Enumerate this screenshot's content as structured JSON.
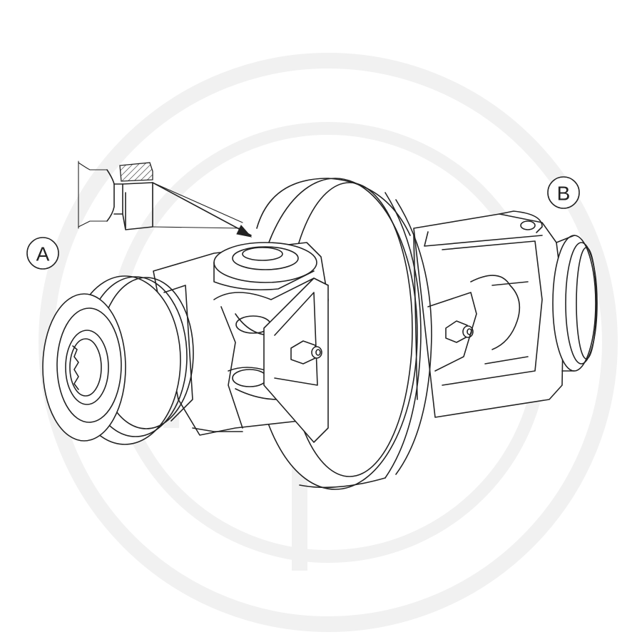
{
  "callouts": [
    {
      "id": "A",
      "label": "A"
    },
    {
      "id": "B",
      "label": "B"
    }
  ],
  "icons": {
    "watermark": "watermark-logo-icon",
    "detail_inset": "section-detail-icon"
  },
  "colors": {
    "line": "#222222",
    "background": "#ffffff",
    "watermark": "#f1f1f1"
  }
}
